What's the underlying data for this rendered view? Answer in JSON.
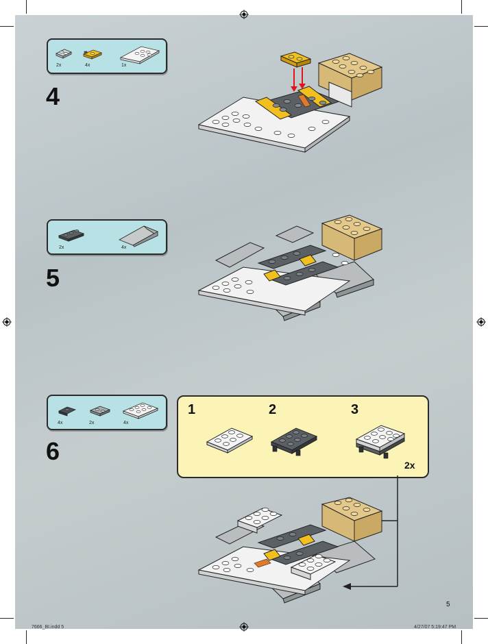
{
  "colors": {
    "background": "#bfc8cb",
    "part_box": "#b8e1e6",
    "callout": "#fbf4b6",
    "arrow": "#e0131b"
  },
  "steps": [
    {
      "number": "4",
      "parts": [
        {
          "icon": "light-gray-plate-icon",
          "qty": "2x"
        },
        {
          "icon": "yellow-clip-plate-icon",
          "qty": "4x"
        },
        {
          "icon": "white-wedge-plate-icon",
          "qty": "1x"
        }
      ]
    },
    {
      "number": "5",
      "parts": [
        {
          "icon": "dark-gray-plate-icon",
          "qty": "2x"
        },
        {
          "icon": "gray-slope-icon",
          "qty": "4x"
        }
      ]
    },
    {
      "number": "6",
      "parts": [
        {
          "icon": "dark-gray-clip-plate-icon",
          "qty": "4x"
        },
        {
          "icon": "gray-plate-icon",
          "qty": "2x"
        },
        {
          "icon": "white-plate-icon",
          "qty": "4x"
        }
      ],
      "substeps": [
        "1",
        "2",
        "3"
      ],
      "multiplier": "2x"
    }
  ],
  "page_number": "5",
  "slug": {
    "file": "7666_BI.indd   5",
    "timestamp": "4/27/07   5:19:47 PM"
  }
}
